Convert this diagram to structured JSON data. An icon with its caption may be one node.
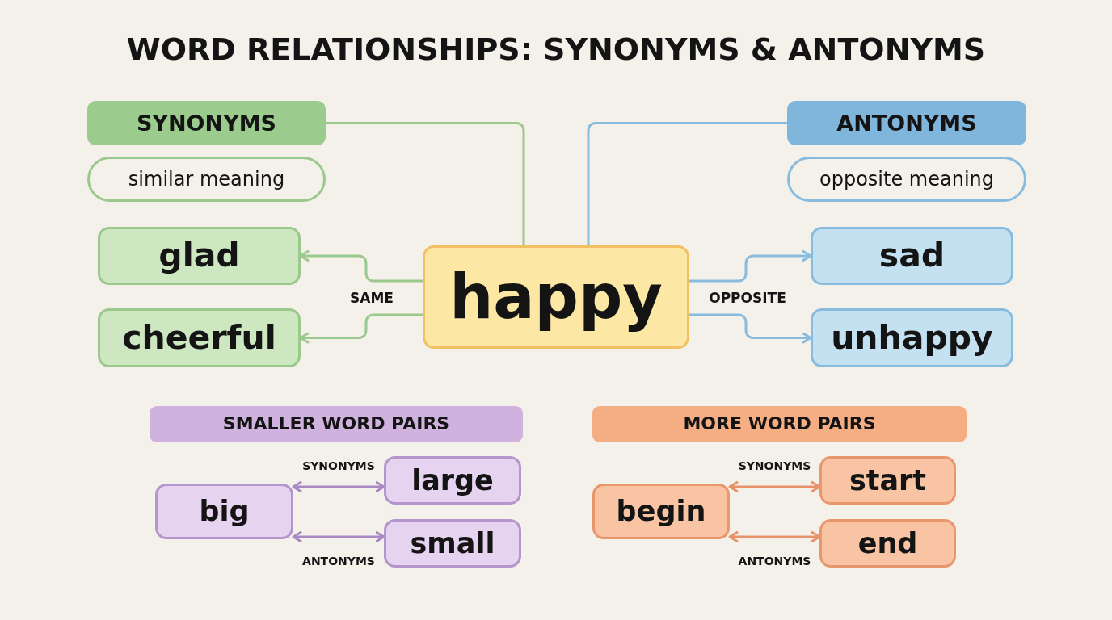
{
  "diagram": {
    "title": "WORD RELATIONSHIPS: SYNONYMS & ANTONYMS",
    "nodes": [
      {
        "text": [
          "SYNONYMS"
        ]
      },
      {
        "text": [
          "similar meaning"
        ]
      },
      {
        "text": [
          "ANTONYMS"
        ]
      },
      {
        "text": [
          "opposite meaning"
        ]
      },
      {
        "text": [
          "glad"
        ]
      },
      {
        "text": [
          "cheerful"
        ]
      },
      {
        "text": [
          "happy"
        ]
      },
      {
        "text": [
          "sad"
        ]
      },
      {
        "text": [
          "unhappy"
        ]
      },
      {
        "text": [
          "SMALLER WORD PAIRS"
        ]
      },
      {
        "text": [
          "big"
        ]
      },
      {
        "text": [
          "large"
        ]
      },
      {
        "text": [
          "small"
        ]
      },
      {
        "text": [
          "MORE WORD PAIRS"
        ]
      },
      {
        "text": [
          "begin"
        ]
      },
      {
        "text": [
          "start"
        ]
      },
      {
        "text": [
          "end"
        ]
      }
    ],
    "edges": [
      {
        "from": 0,
        "to": 6,
        "arrow": "none",
        "color": "#9bc98d"
      },
      {
        "from": 2,
        "to": 6,
        "arrow": "none",
        "color": "#87bcdf"
      },
      {
        "from": 6,
        "to": 4,
        "arrow": "to",
        "color": "#9bc98d"
      },
      {
        "from": 6,
        "to": 5,
        "arrow": "to",
        "color": "#9bc98d"
      },
      {
        "from": 6,
        "to": 7,
        "arrow": "to",
        "color": "#87bcdf"
      },
      {
        "from": 6,
        "to": 8,
        "arrow": "to",
        "color": "#87bcdf"
      },
      {
        "from": 10,
        "to": 11,
        "arrow": "both",
        "label": "SYNONYMS",
        "color": "#a98ac3"
      },
      {
        "from": 10,
        "to": 12,
        "arrow": "both",
        "label": "ANTONYMS",
        "color": "#a98ac3"
      },
      {
        "from": 14,
        "to": 15,
        "arrow": "both",
        "label": "SYNONYMS",
        "color": "#e8926a"
      },
      {
        "from": 14,
        "to": 16,
        "arrow": "both",
        "label": "ANTONYMS",
        "color": "#e8926a"
      }
    ],
    "labels": [
      "SAME",
      "OPPOSITE"
    ]
  }
}
